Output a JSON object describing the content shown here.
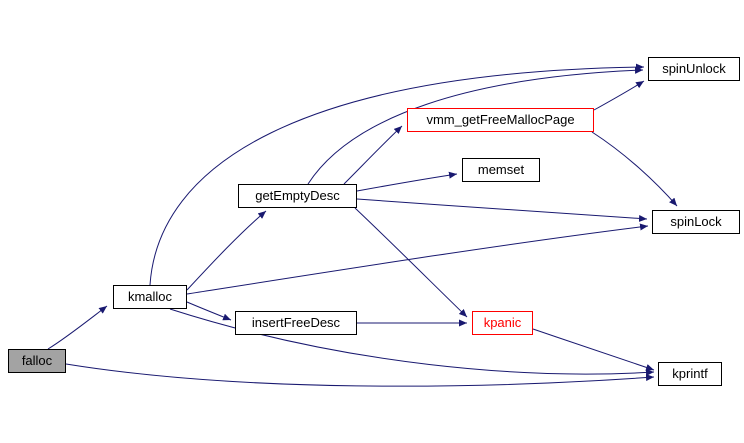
{
  "diagram": {
    "type": "call-graph",
    "colors": {
      "background": "#ffffff",
      "edge": "#191970",
      "node_border": "#000000",
      "node_fill": "#ffffff",
      "current_fill": "#a3a3a3",
      "alert": "#ff0000",
      "text": "#000000"
    },
    "nodes": [
      {
        "id": "falloc",
        "label": "falloc",
        "variant": "current"
      },
      {
        "id": "kmalloc",
        "label": "kmalloc",
        "variant": "normal"
      },
      {
        "id": "getEmptyDesc",
        "label": "getEmptyDesc",
        "variant": "normal"
      },
      {
        "id": "insertFreeDesc",
        "label": "insertFreeDesc",
        "variant": "normal"
      },
      {
        "id": "vmm_getFreeMallocPage",
        "label": "vmm_getFreeMallocPage",
        "variant": "alert-border"
      },
      {
        "id": "memset",
        "label": "memset",
        "variant": "normal"
      },
      {
        "id": "spinLock",
        "label": "spinLock",
        "variant": "normal"
      },
      {
        "id": "spinUnlock",
        "label": "spinUnlock",
        "variant": "normal"
      },
      {
        "id": "kpanic",
        "label": "kpanic",
        "variant": "alert-text"
      },
      {
        "id": "kprintf",
        "label": "kprintf",
        "variant": "normal"
      }
    ],
    "edges": [
      {
        "from": "falloc",
        "to": "kmalloc"
      },
      {
        "from": "falloc",
        "to": "kprintf"
      },
      {
        "from": "kmalloc",
        "to": "getEmptyDesc"
      },
      {
        "from": "kmalloc",
        "to": "insertFreeDesc"
      },
      {
        "from": "kmalloc",
        "to": "spinLock"
      },
      {
        "from": "kmalloc",
        "to": "spinUnlock"
      },
      {
        "from": "kmalloc",
        "to": "kprintf"
      },
      {
        "from": "getEmptyDesc",
        "to": "vmm_getFreeMallocPage"
      },
      {
        "from": "getEmptyDesc",
        "to": "memset"
      },
      {
        "from": "getEmptyDesc",
        "to": "spinLock"
      },
      {
        "from": "getEmptyDesc",
        "to": "spinUnlock"
      },
      {
        "from": "getEmptyDesc",
        "to": "kpanic"
      },
      {
        "from": "insertFreeDesc",
        "to": "kpanic"
      },
      {
        "from": "vmm_getFreeMallocPage",
        "to": "spinLock"
      },
      {
        "from": "vmm_getFreeMallocPage",
        "to": "spinUnlock"
      },
      {
        "from": "kpanic",
        "to": "kprintf"
      }
    ]
  }
}
